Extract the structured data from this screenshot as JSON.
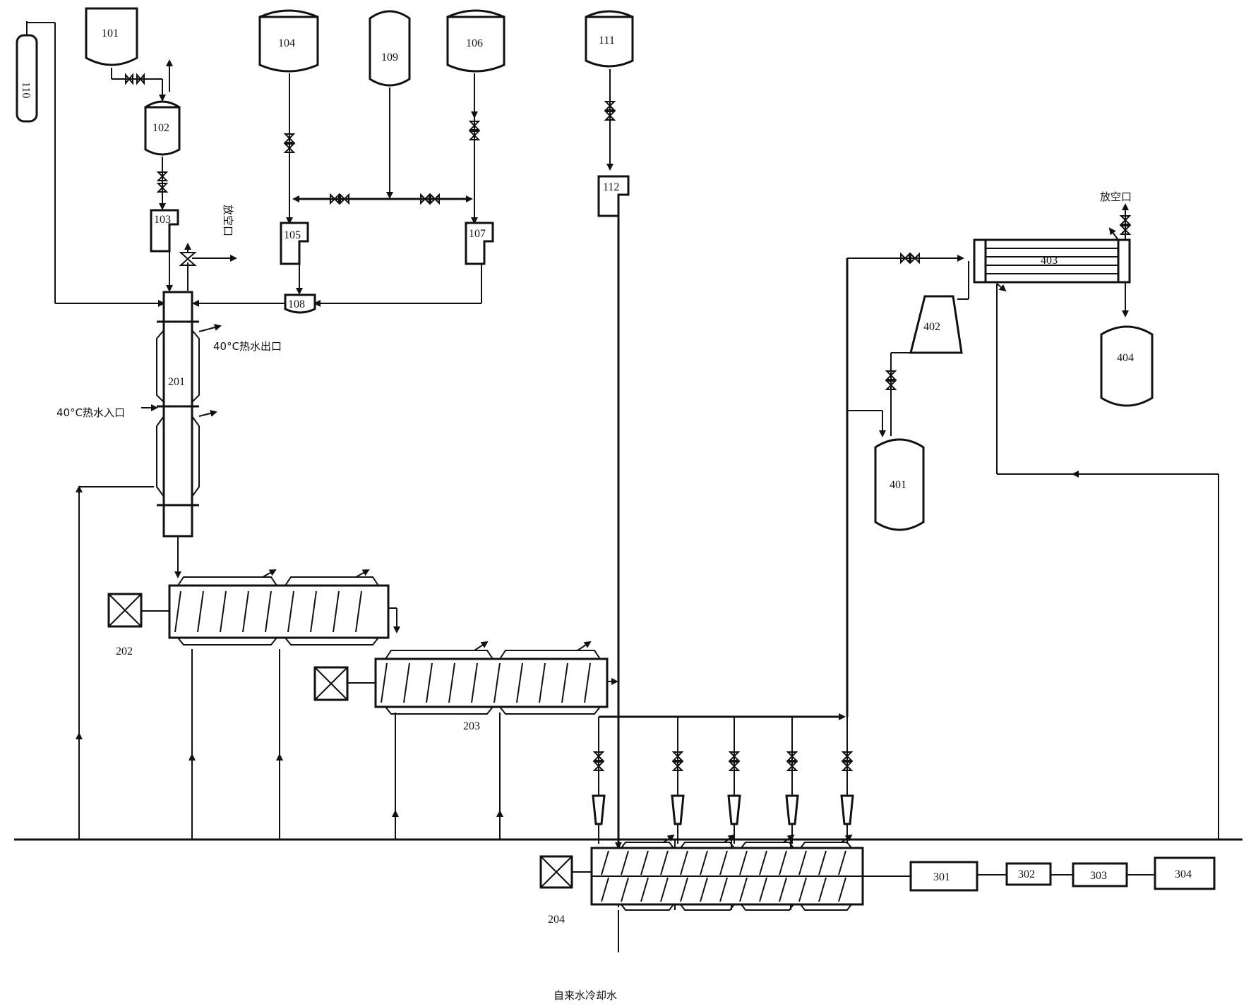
{
  "units": {
    "u101": "101",
    "u102": "102",
    "u103": "103",
    "u104": "104",
    "u105": "105",
    "u106": "106",
    "u107": "107",
    "u108": "108",
    "u109": "109",
    "u110": "110",
    "u111": "111",
    "u112": "112",
    "u201": "201",
    "u202": "202",
    "u203": "203",
    "u204": "204",
    "u301": "301",
    "u302": "302",
    "u303": "303",
    "u304": "304",
    "u401": "401",
    "u402": "402",
    "u403": "403",
    "u404": "404"
  },
  "labels": {
    "hot_water_outlet": "40°C热水出口",
    "hot_water_inlet": "40°C热水入口",
    "vent_left": "放空口",
    "vent_right": "放空口",
    "cooling_water": "自来水冷却水"
  }
}
